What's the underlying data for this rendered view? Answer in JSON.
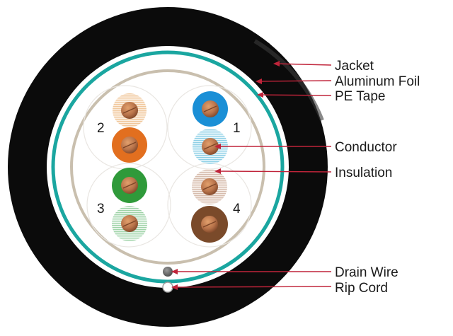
{
  "labels": {
    "jacket": "Jacket",
    "aluminum_foil": "Aluminum Foil",
    "pe_tape": "PE Tape",
    "conductor": "Conductor",
    "insulation": "Insulation",
    "drain_wire": "Drain Wire",
    "rip_cord": "Rip Cord"
  },
  "pairs": {
    "one": "1",
    "two": "2",
    "three": "3",
    "four": "4"
  },
  "colors": {
    "jacket": "#0b0b0b",
    "aluminum_foil": "#1aa6a0",
    "pe_tape": "#c9bfae",
    "leader_line": "#c0243a",
    "conductor": "#b8734a",
    "blue": "#1a8fd6",
    "blue_white": "#bfe6f2",
    "orange": "#e26f1f",
    "orange_white": "#f3d9bd",
    "green": "#2f9a3a",
    "green_white": "#cfe9d3",
    "brown": "#7a4a2a",
    "brown_white": "#ead8cc"
  }
}
